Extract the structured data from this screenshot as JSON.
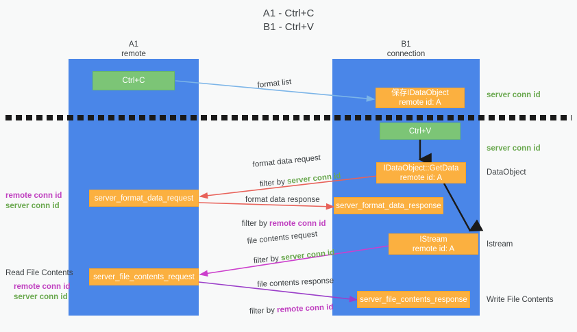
{
  "title": "A1 - Ctrl+C\nB1 - Ctrl+V",
  "lanes": [
    {
      "name": "A1",
      "sub": "remote",
      "header": "A1\nremote"
    },
    {
      "name": "B1",
      "sub": "connection",
      "header": "B1\nconnection"
    }
  ],
  "boxes": {
    "ctrl_c": "Ctrl+C",
    "ctrl_v": "Ctrl+V",
    "save_idataobject": "保存IDataObject\nremote id: A",
    "getdata": "IDataObject::GetData\nremote id: A",
    "istream": "IStream\nremote id: A",
    "server_format_data_request": "server_format_data_request",
    "server_format_data_response": "server_format_data_response",
    "server_file_contents_request": "server_file_contents_request",
    "server_file_contents_response": "server_file_contents_response"
  },
  "edge_labels": {
    "format_list": "format list",
    "format_data_request": "format data request",
    "format_data_request_filter_prefix": "filter by ",
    "format_data_request_filter_value": "server conn id",
    "format_data_response": "format data response",
    "format_data_response_filter_prefix": "filter by ",
    "format_data_response_filter_value": "remote conn id",
    "file_contents_request": "file contents request",
    "file_contents_request_filter_prefix": "filter by ",
    "file_contents_request_filter_value": "server conn id",
    "file_contents_response": "file contents response",
    "file_contents_response_filter_prefix": "filter by ",
    "file_contents_response_filter_value": "remote conn id"
  },
  "right_annotations": [
    {
      "text": "server conn id",
      "kind": "green"
    },
    {
      "text": "server conn id",
      "kind": "green"
    },
    {
      "text": "DataObject",
      "kind": "plain"
    },
    {
      "text": "Istream",
      "kind": "plain"
    },
    {
      "text": "Write File Contents",
      "kind": "plain"
    }
  ],
  "left_annotations": {
    "group1_remote": "remote conn id",
    "group1_server": "server conn id",
    "read_file_contents": "Read File Contents",
    "group2_remote": "remote conn id",
    "group2_server": "server conn id"
  },
  "colors": {
    "lane": "#4a86e8",
    "green_box": "#7cc576",
    "orange_box": "#fbb040",
    "green_text": "#6aa84f",
    "purple_text": "#c041c0",
    "arrow_blue": "#7cb5e8",
    "arrow_red": "#e8625a",
    "arrow_magenta": "#cc3fcc",
    "arrow_purple": "#9b3fc9",
    "arrow_black": "#1a1a1a",
    "background": "#f8f9f9"
  }
}
